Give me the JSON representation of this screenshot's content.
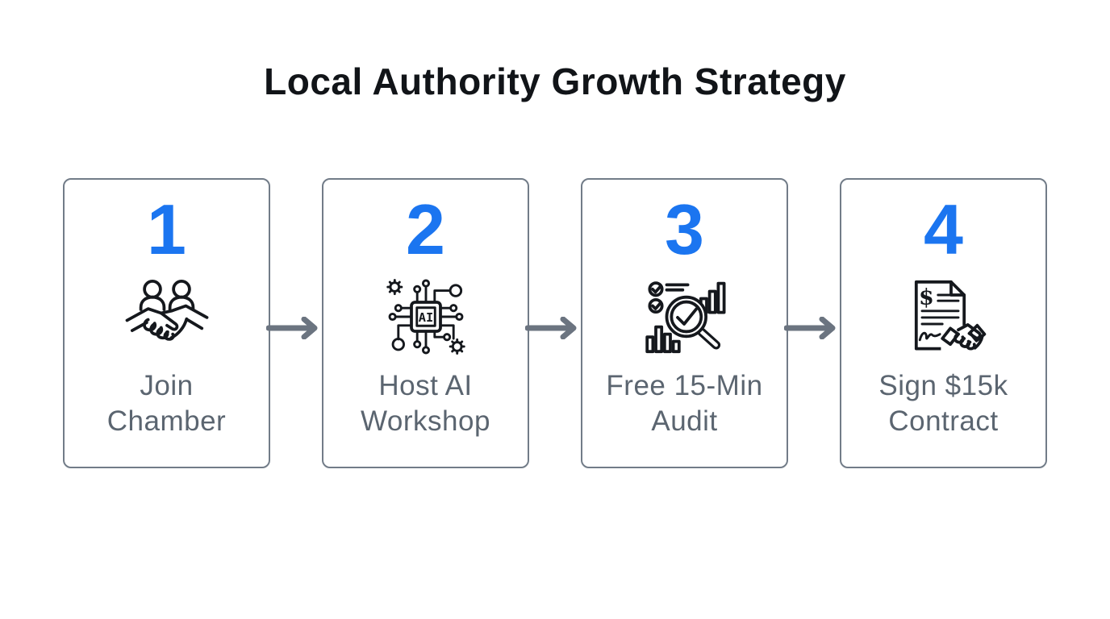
{
  "title": "Local Authority Growth Strategy",
  "steps": [
    {
      "number": "1",
      "label": "Join Chamber",
      "label_lines": [
        "Join",
        "Chamber"
      ],
      "icon": "people-handshake-icon"
    },
    {
      "number": "2",
      "label": "Host AI Workshop",
      "label_lines": [
        "Host AI",
        "Workshop"
      ],
      "icon": "ai-chip-icon"
    },
    {
      "number": "3",
      "label": "Free 15-Min Audit",
      "label_lines": [
        "Free 15-Min",
        "Audit"
      ],
      "icon": "audit-magnifier-icon"
    },
    {
      "number": "4",
      "label": "Sign $15k Contract",
      "label_lines": [
        "Sign $15k",
        "Contract"
      ],
      "icon": "contract-handshake-icon"
    }
  ],
  "icon_text": {
    "chip_label": "AI",
    "contract_symbol": "$"
  },
  "connectors": {
    "icon": "arrow-right-icon",
    "count": 3
  },
  "colors": {
    "background": "#ffffff",
    "title_text": "#111418",
    "accent_blue": "#1b75f0",
    "label_gray": "#5b6570",
    "card_border_gray": "#727c88",
    "arrow_gray": "#6b7480",
    "icon_ink": "#15181d"
  }
}
